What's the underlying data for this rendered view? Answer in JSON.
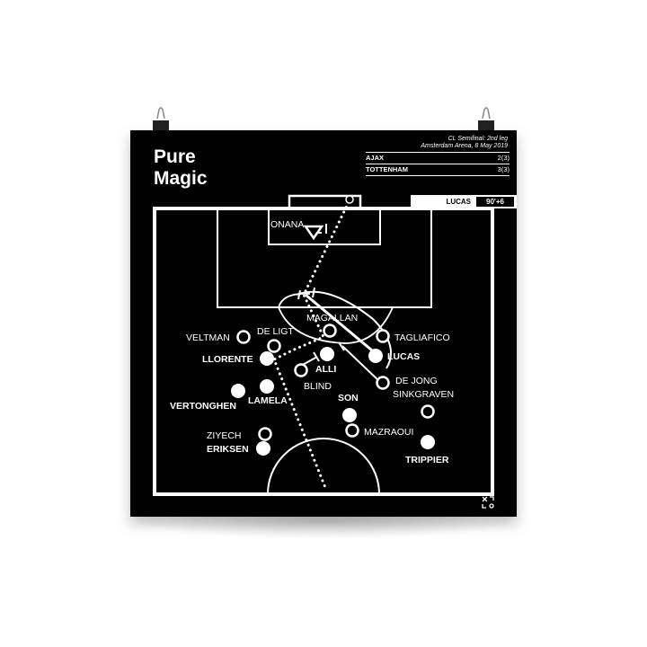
{
  "poster": {
    "title_line1": "Pure",
    "title_line2": "Magic",
    "competition": "CL Semifinal: 2nd leg",
    "venue_date": "Amsterdam Arena, 8 May 2019",
    "scores": [
      {
        "team": "AJAX",
        "score": "2(3)"
      },
      {
        "team": "TOTTENHAM",
        "score": "3(3)"
      }
    ],
    "scorer": "LUCAS",
    "minute": "90'+6",
    "colors": {
      "background": "#000000",
      "lines": "#ffffff"
    }
  },
  "players": {
    "ajax": [
      {
        "name": "ONANA",
        "marker": "triangle-outline"
      },
      {
        "name": "MAGALLAN",
        "marker": "circle-outline"
      },
      {
        "name": "VELTMAN",
        "marker": "circle-outline"
      },
      {
        "name": "DE LIGT",
        "marker": "circle-outline"
      },
      {
        "name": "TAGLIAFICO",
        "marker": "circle-outline"
      },
      {
        "name": "BLIND",
        "marker": "circle-outline"
      },
      {
        "name": "DE JONG",
        "marker": "circle-outline"
      },
      {
        "name": "SINKGRAVEN",
        "marker": "circle-outline"
      },
      {
        "name": "ZIYECH",
        "marker": "circle-outline"
      },
      {
        "name": "MAZRAOUI",
        "marker": "circle-outline"
      }
    ],
    "tottenham": [
      {
        "name": "LLORENTE",
        "marker": "circle-filled"
      },
      {
        "name": "ALLI",
        "marker": "circle-filled"
      },
      {
        "name": "LUCAS",
        "marker": "circle-filled"
      },
      {
        "name": "VERTONGHEN",
        "marker": "circle-filled"
      },
      {
        "name": "LAMELA",
        "marker": "circle-filled"
      },
      {
        "name": "SON",
        "marker": "circle-filled"
      },
      {
        "name": "ERIKSEN",
        "marker": "circle-filled"
      },
      {
        "name": "TRIPPIER",
        "marker": "circle-filled"
      }
    ]
  }
}
